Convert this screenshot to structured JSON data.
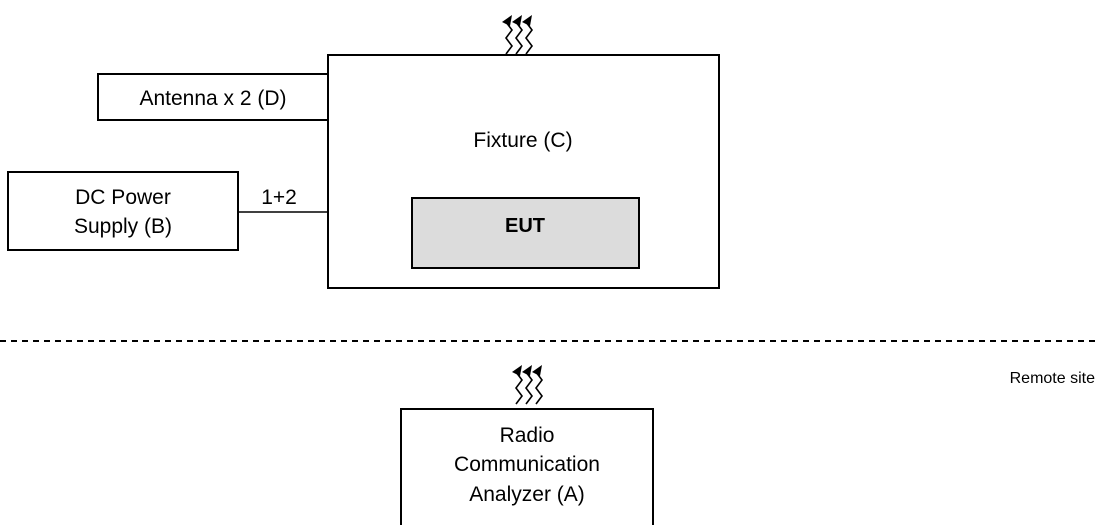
{
  "antenna": {
    "label": "Antenna x 2 (D)"
  },
  "fixture": {
    "label": "Fixture (C)"
  },
  "eut": {
    "label": "EUT"
  },
  "power_supply": {
    "line1": "DC Power",
    "line2": "Supply (B)"
  },
  "connection": {
    "label": "1+2"
  },
  "remote_site": {
    "label": "Remote site"
  },
  "analyzer": {
    "line1": "Radio",
    "line2": "Communication",
    "line3": "Analyzer (A)"
  },
  "icons": {
    "radio_waves_top": "radio-waves-icon",
    "radio_waves_bottom": "radio-waves-icon"
  }
}
